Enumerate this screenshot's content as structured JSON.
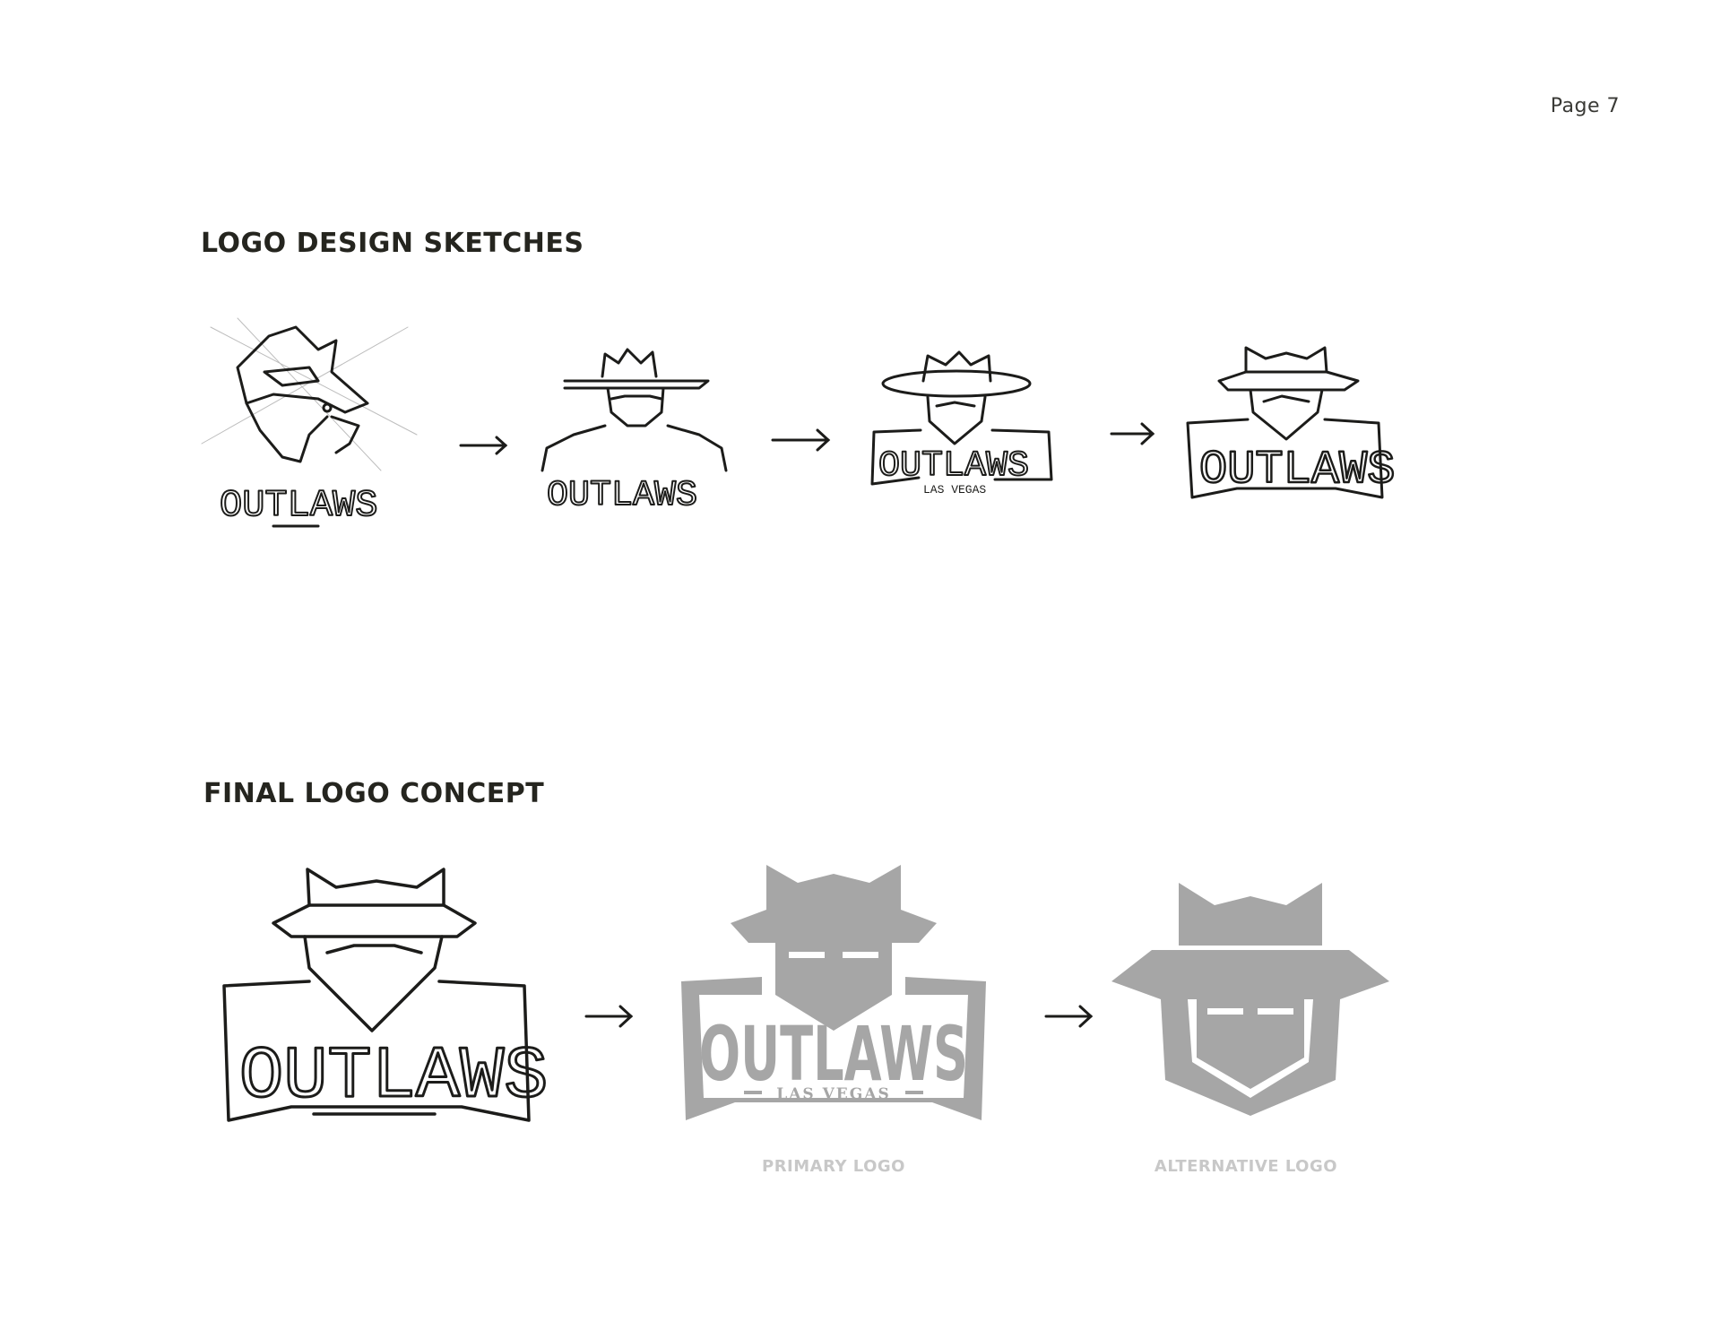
{
  "page": {
    "number_label": "Page 7"
  },
  "sections": {
    "sketches": {
      "title": "LOGO DESIGN SKETCHES"
    },
    "final": {
      "title": "FINAL LOGO CONCEPT"
    }
  },
  "sketches": [
    {
      "wordmark": "OUTLAWS"
    },
    {
      "wordmark": "OUTLAWS"
    },
    {
      "wordmark": "OUTLAWS",
      "subtitle": "LAS VEGAS"
    },
    {
      "wordmark": "OUTLAWS"
    }
  ],
  "final_concept": {
    "sketch": {
      "wordmark": "OUTLAWS"
    },
    "primary": {
      "wordmark": "OUTLAWS",
      "subtitle": "LAS VEGAS",
      "caption": "PRIMARY LOGO"
    },
    "alternative": {
      "caption": "ALTERNATIVE LOGO"
    }
  },
  "colors": {
    "ink": "#1c1c1a",
    "logo_gray": "#a6a6a6",
    "caption_gray": "#c8c8c8",
    "heading": "#25251f"
  },
  "icons": [
    "right-arrow-icon",
    "right-arrow-icon",
    "right-arrow-icon",
    "right-arrow-icon",
    "right-arrow-icon"
  ]
}
